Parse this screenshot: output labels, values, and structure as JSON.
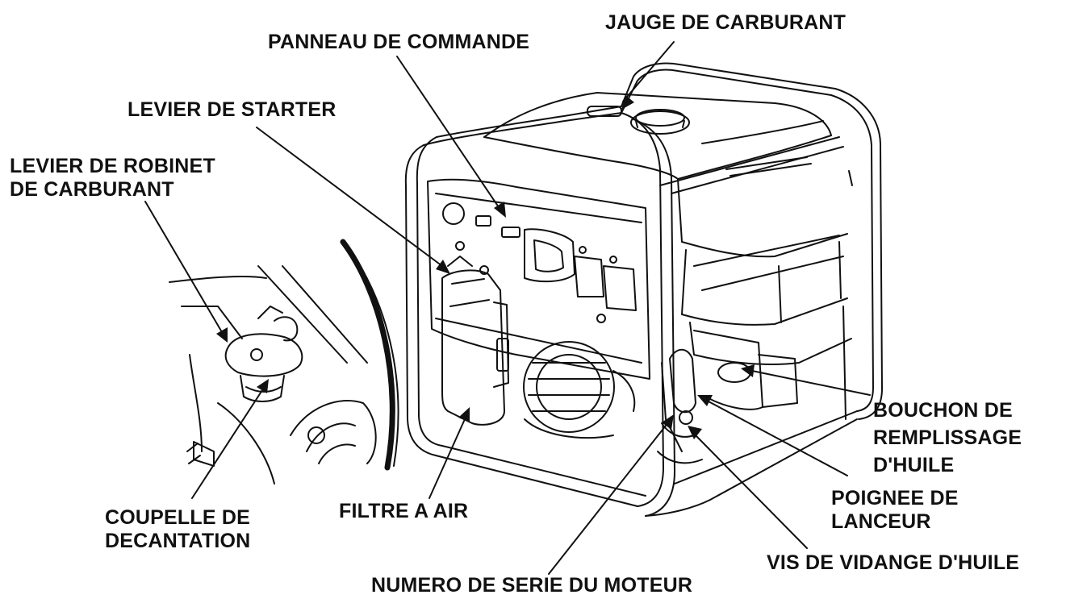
{
  "labels": {
    "jauge_carburant": "JAUGE DE CARBURANT",
    "panneau_commande": "PANNEAU DE COMMANDE",
    "levier_starter": "LEVIER DE STARTER",
    "levier_robinet": [
      "LEVIER DE ROBINET",
      "DE CARBURANT"
    ],
    "coupelle": [
      "COUPELLE DE",
      "DECANTATION"
    ],
    "filtre_air": "FILTRE A AIR",
    "numero_serie": "NUMERO DE SERIE DU MOTEUR",
    "vis_vidange": "VIS DE VIDANGE D'HUILE",
    "poignee_lanceur": [
      "POIGNEE DE",
      "LANCEUR"
    ],
    "bouchon_remplissage": [
      "BOUCHON DE",
      "REMPLISSAGE",
      "D'HUILE"
    ]
  },
  "colors": {
    "ink": "#111111",
    "background": "#ffffff"
  }
}
